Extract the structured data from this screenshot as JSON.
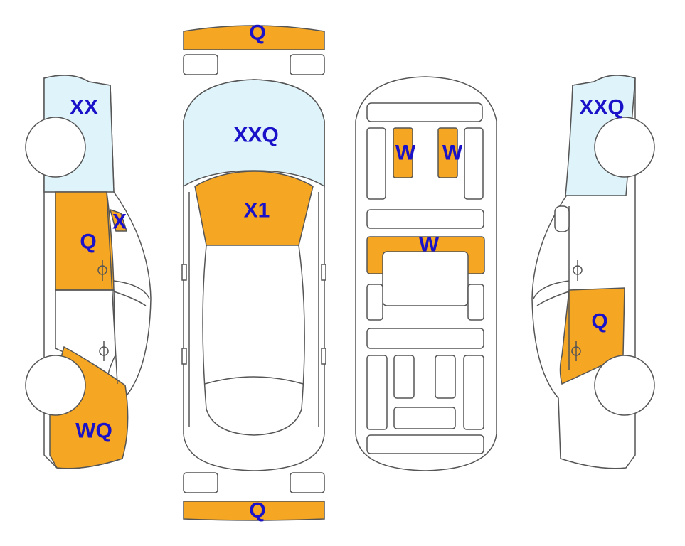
{
  "colors": {
    "damaged": "#f5a623",
    "glass": "#dff4fa",
    "label": "#1a12c8",
    "outline": "#555555",
    "body": "#ffffff"
  },
  "labels": {
    "front_bumper": "Q",
    "rear_bumper": "Q",
    "top_windshield": "XXQ",
    "top_hood": "X1",
    "left_window": "XX",
    "left_small": "X",
    "left_door": "Q",
    "left_fender": "WQ",
    "right_window": "XXQ",
    "right_door": "Q",
    "floor_seat_left": "W",
    "floor_seat_right": "W",
    "floor_panel": "W"
  }
}
